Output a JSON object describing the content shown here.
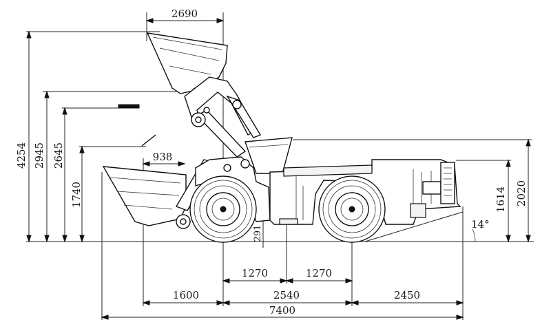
{
  "dimensions": {
    "top_reach": "2690",
    "dump_reach": "938",
    "height_total": "4254",
    "height_hinge": "2945",
    "height_lip": "2645",
    "dump_height": "1740",
    "wheel_half_front": "1270",
    "wheel_half_rear": "1270",
    "front_overhang": "1600",
    "wheelbase": "2540",
    "rear_overhang": "2450",
    "overall_length": "7400",
    "ground_clearance": "291",
    "canopy_height": "1614",
    "overall_height": "2020",
    "departure_angle": "14°"
  }
}
